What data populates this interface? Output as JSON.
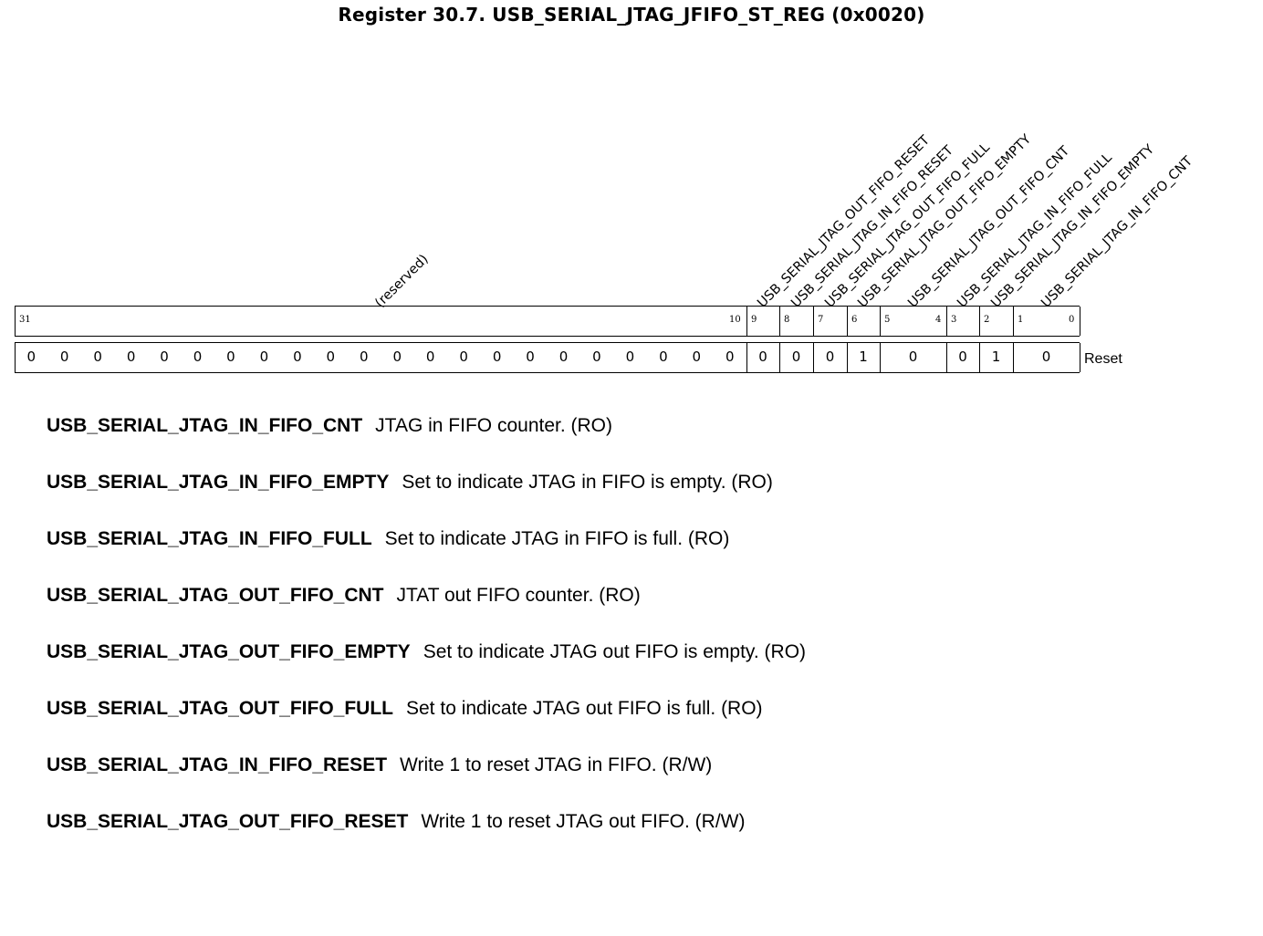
{
  "title": "Register 30.7. USB_SERIAL_JTAG_JFIFO_ST_REG (0x0020)",
  "reset_label": "Reset",
  "fields": [
    {
      "name": "(reserved)",
      "msb": 31,
      "lsb": 10,
      "reset": "0"
    },
    {
      "name": "USB_SERIAL_JTAG_OUT_FIFO_RESET",
      "msb": 9,
      "lsb": 9,
      "reset": "0"
    },
    {
      "name": "USB_SERIAL_JTAG_IN_FIFO_RESET",
      "msb": 8,
      "lsb": 8,
      "reset": "0"
    },
    {
      "name": "USB_SERIAL_JTAG_OUT_FIFO_FULL",
      "msb": 7,
      "lsb": 7,
      "reset": "0"
    },
    {
      "name": "USB_SERIAL_JTAG_OUT_FIFO_EMPTY",
      "msb": 6,
      "lsb": 6,
      "reset": "1"
    },
    {
      "name": "USB_SERIAL_JTAG_OUT_FIFO_CNT",
      "msb": 5,
      "lsb": 4,
      "reset": "0"
    },
    {
      "name": "USB_SERIAL_JTAG_IN_FIFO_FULL",
      "msb": 3,
      "lsb": 3,
      "reset": "0"
    },
    {
      "name": "USB_SERIAL_JTAG_IN_FIFO_EMPTY",
      "msb": 2,
      "lsb": 2,
      "reset": "1"
    },
    {
      "name": "USB_SERIAL_JTAG_IN_FIFO_CNT",
      "msb": 1,
      "lsb": 0,
      "reset": "0"
    }
  ],
  "descriptions": [
    {
      "name": "USB_SERIAL_JTAG_IN_FIFO_CNT",
      "text": "JTAG in FIFO counter. (RO)"
    },
    {
      "name": "USB_SERIAL_JTAG_IN_FIFO_EMPTY",
      "text": "Set to indicate JTAG in FIFO is empty. (RO)"
    },
    {
      "name": "USB_SERIAL_JTAG_IN_FIFO_FULL",
      "text": "Set to indicate JTAG in FIFO is full. (RO)"
    },
    {
      "name": "USB_SERIAL_JTAG_OUT_FIFO_CNT",
      "text": "JTAT out FIFO counter. (RO)"
    },
    {
      "name": "USB_SERIAL_JTAG_OUT_FIFO_EMPTY",
      "text": "Set to indicate JTAG out FIFO is empty. (RO)"
    },
    {
      "name": "USB_SERIAL_JTAG_OUT_FIFO_FULL",
      "text": "Set to indicate JTAG out FIFO is full. (RO)"
    },
    {
      "name": "USB_SERIAL_JTAG_IN_FIFO_RESET",
      "text": "Write 1 to reset JTAG in FIFO. (R/W)"
    },
    {
      "name": "USB_SERIAL_JTAG_OUT_FIFO_RESET",
      "text": "Write 1 to reset JTAG out FIFO. (R/W)"
    }
  ]
}
